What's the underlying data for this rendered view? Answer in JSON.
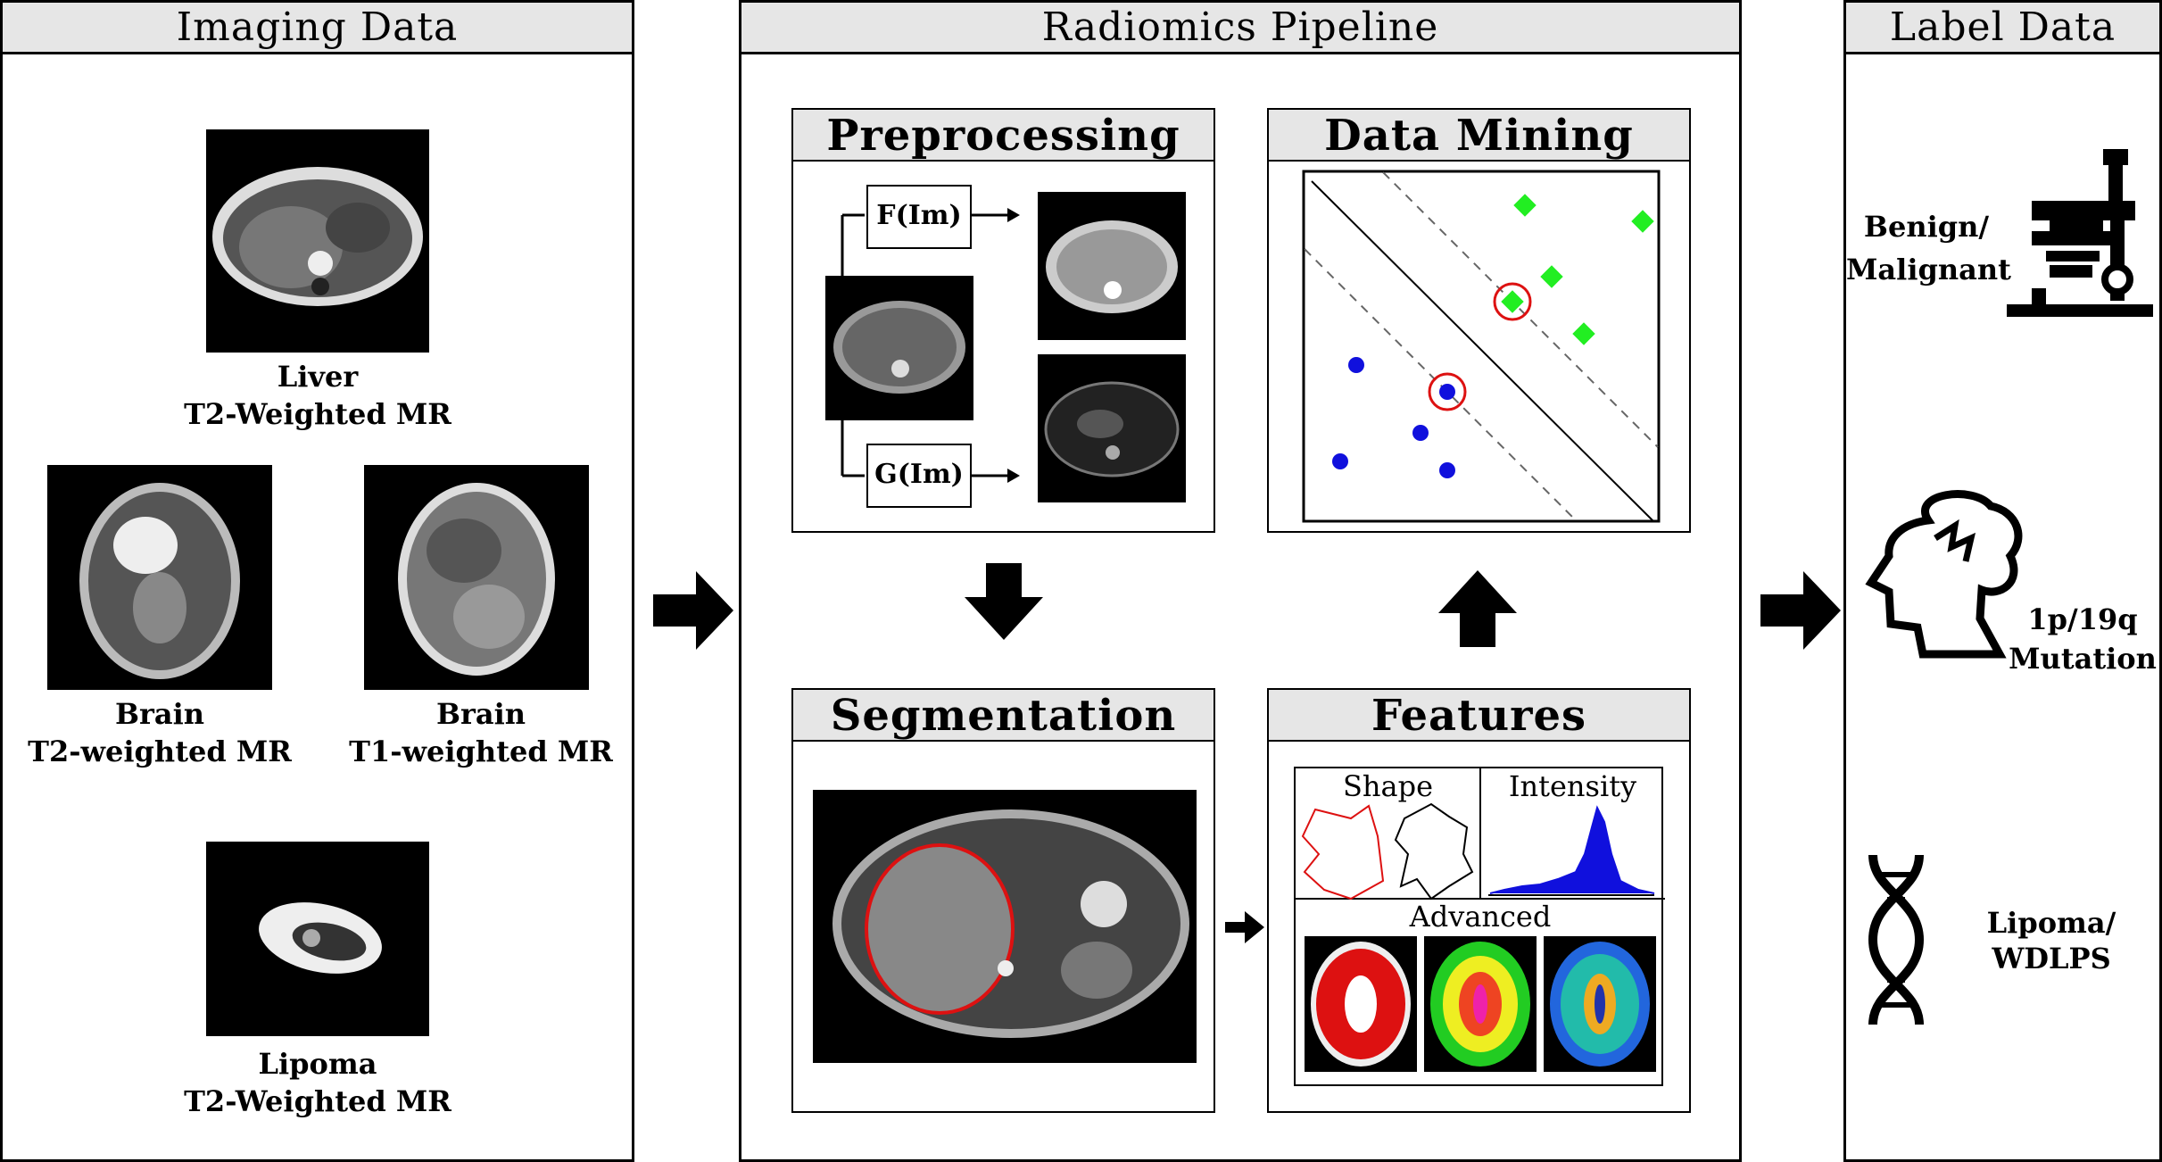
{
  "imaging": {
    "title": "Imaging Data",
    "liver": {
      "line1": "Liver",
      "line2": "T2-Weighted MR"
    },
    "brain_t2": {
      "line1": "Brain",
      "line2": "T2-weighted MR"
    },
    "brain_t1": {
      "line1": "Brain",
      "line2": "T1-weighted MR"
    },
    "lipoma": {
      "line1": "Lipoma",
      "line2": "T2-Weighted MR"
    }
  },
  "pipeline": {
    "title": "Radiomics Pipeline",
    "preprocessing": {
      "title": "Preprocessing",
      "f_label": "F(Im)",
      "g_label": "G(Im)"
    },
    "data_mining": {
      "title": "Data Mining"
    },
    "segmentation": {
      "title": "Segmentation"
    },
    "features": {
      "title": "Features",
      "shape": "Shape",
      "intensity": "Intensity",
      "advanced": "Advanced"
    }
  },
  "labels": {
    "title": "Label Data",
    "benign": {
      "line1": "Benign/",
      "line2": "Malignant"
    },
    "mutation": {
      "line1": "1p/19q",
      "line2": "Mutation"
    },
    "lipoma": {
      "line1": "Lipoma/",
      "line2": "WDLPS"
    }
  },
  "colors": {
    "green": "#22ee22",
    "blue": "#1010dd",
    "red": "#dd1111",
    "header": "#e6e6e6"
  },
  "icons": [
    "microscope-icon",
    "head-brain-icon",
    "dna-icon"
  ]
}
